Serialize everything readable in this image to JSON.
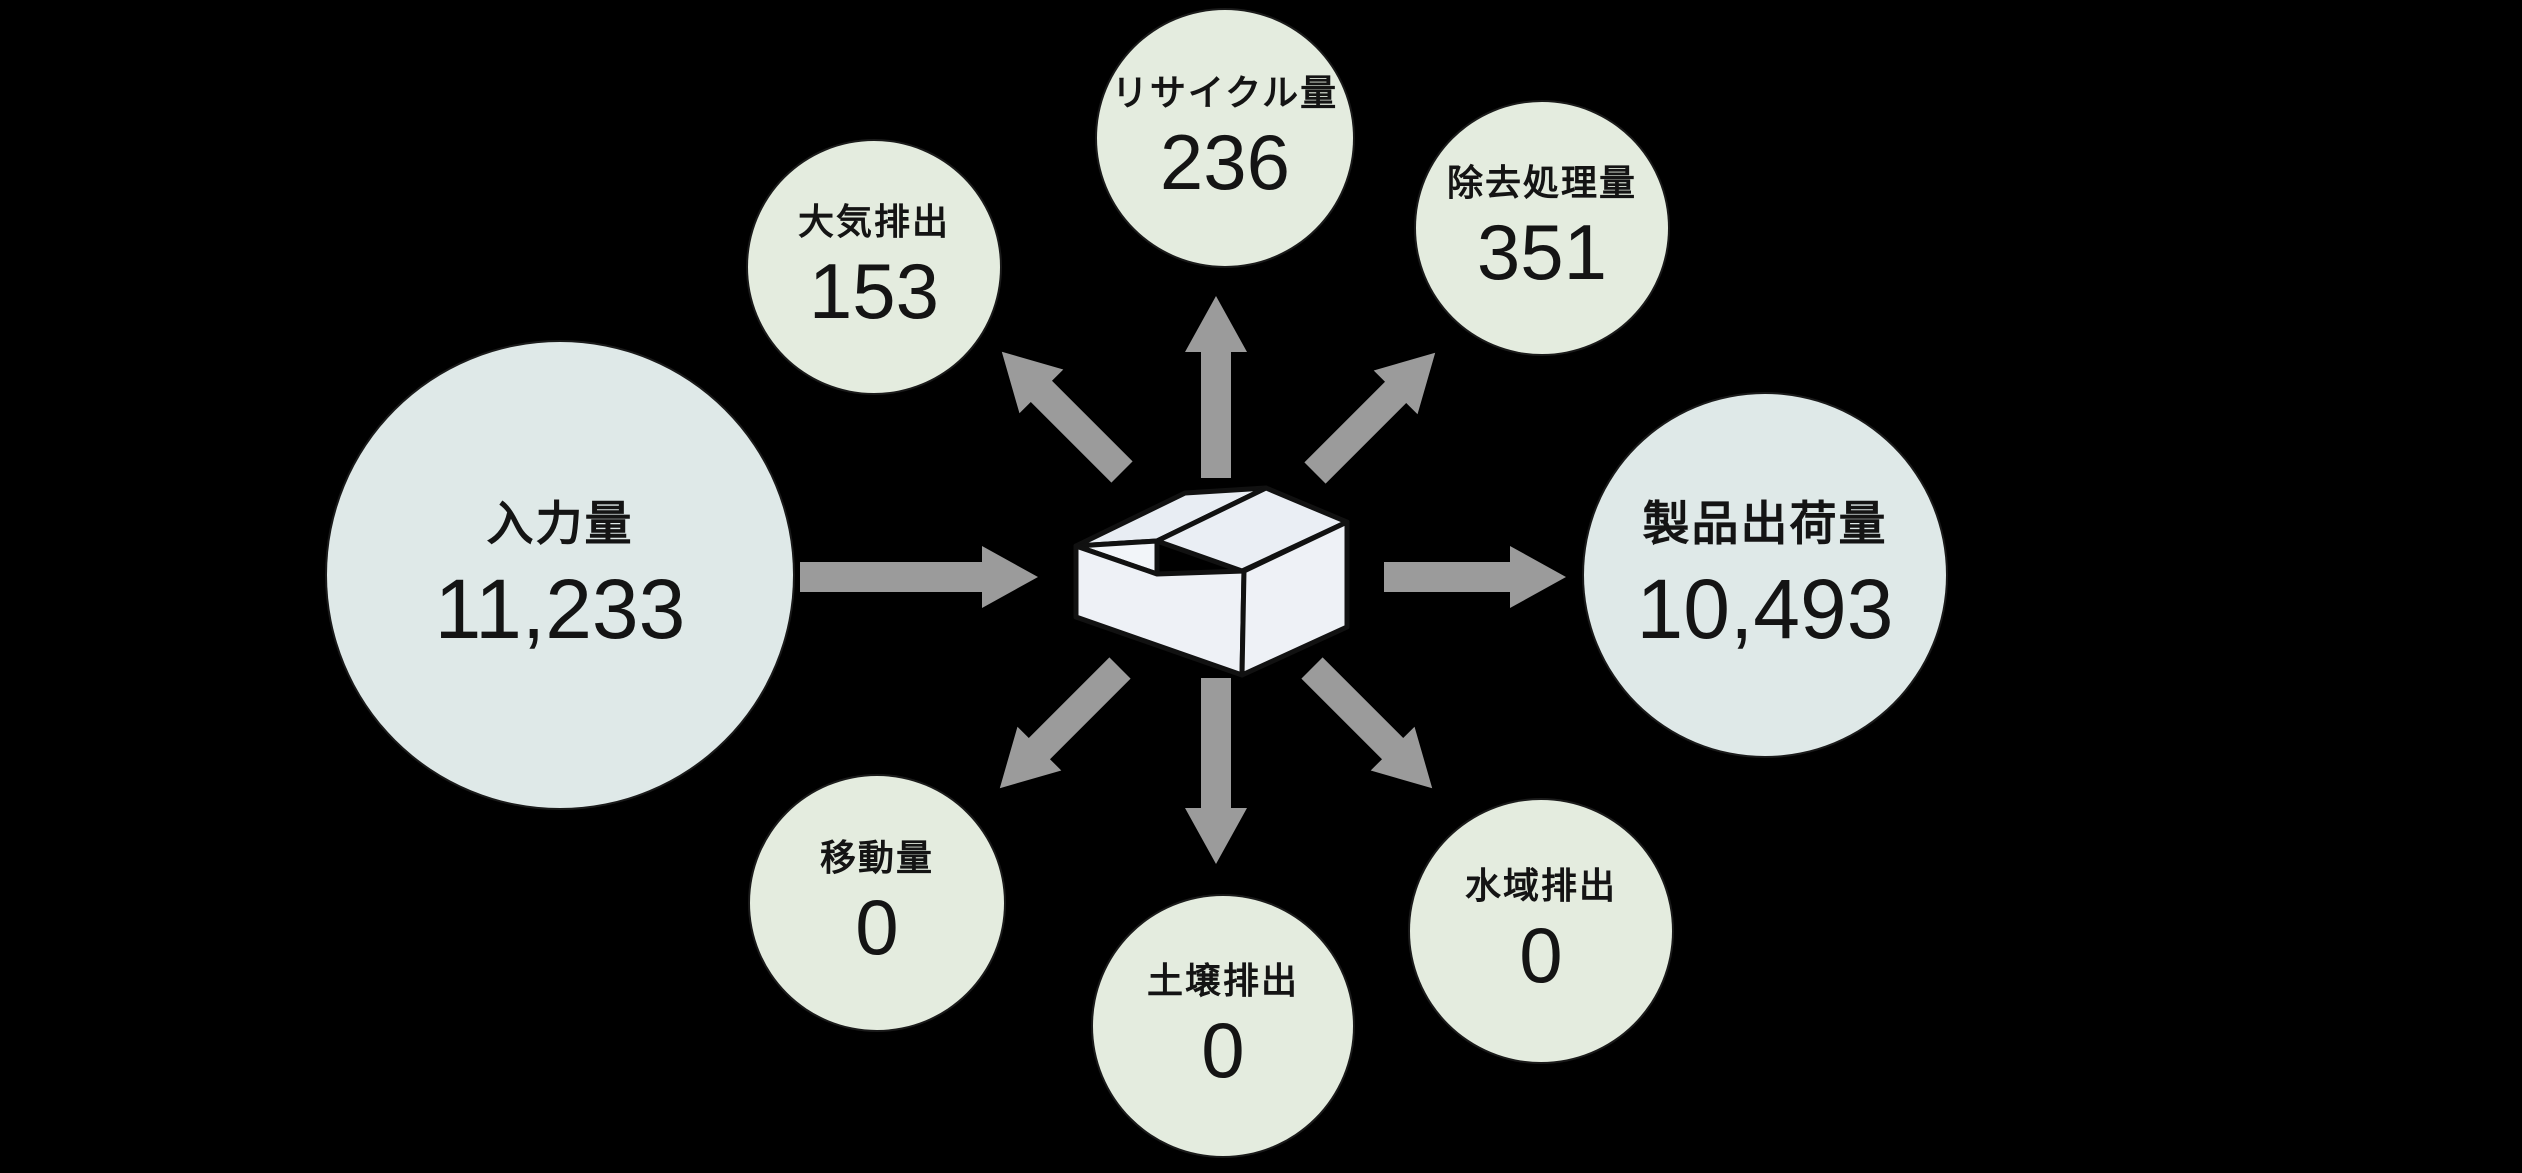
{
  "diagram": {
    "description": "Material flow balance diagram around a factory",
    "background_color": "#000000",
    "colors": {
      "large_circle_fill": "#dfe9e8",
      "small_circle_fill": "#e4ecdf",
      "arrow": "#9b9b9b",
      "icon_fill": "#eef1f6",
      "icon_stroke": "#111111",
      "text": "#141414"
    },
    "center_icon": "factory-box-icon",
    "nodes": {
      "input": {
        "label": "入力量",
        "value": "11,233"
      },
      "air": {
        "label": "大気排出",
        "value": "153"
      },
      "recycle": {
        "label": "リサイクル量",
        "value": "236"
      },
      "removal": {
        "label": "除去処理量",
        "value": "351"
      },
      "shipment": {
        "label": "製品出荷量",
        "value": "10,493"
      },
      "transfer": {
        "label": "移動量",
        "value": "0"
      },
      "soil": {
        "label": "土壌排出",
        "value": "0"
      },
      "water": {
        "label": "水域排出",
        "value": "0"
      }
    }
  }
}
